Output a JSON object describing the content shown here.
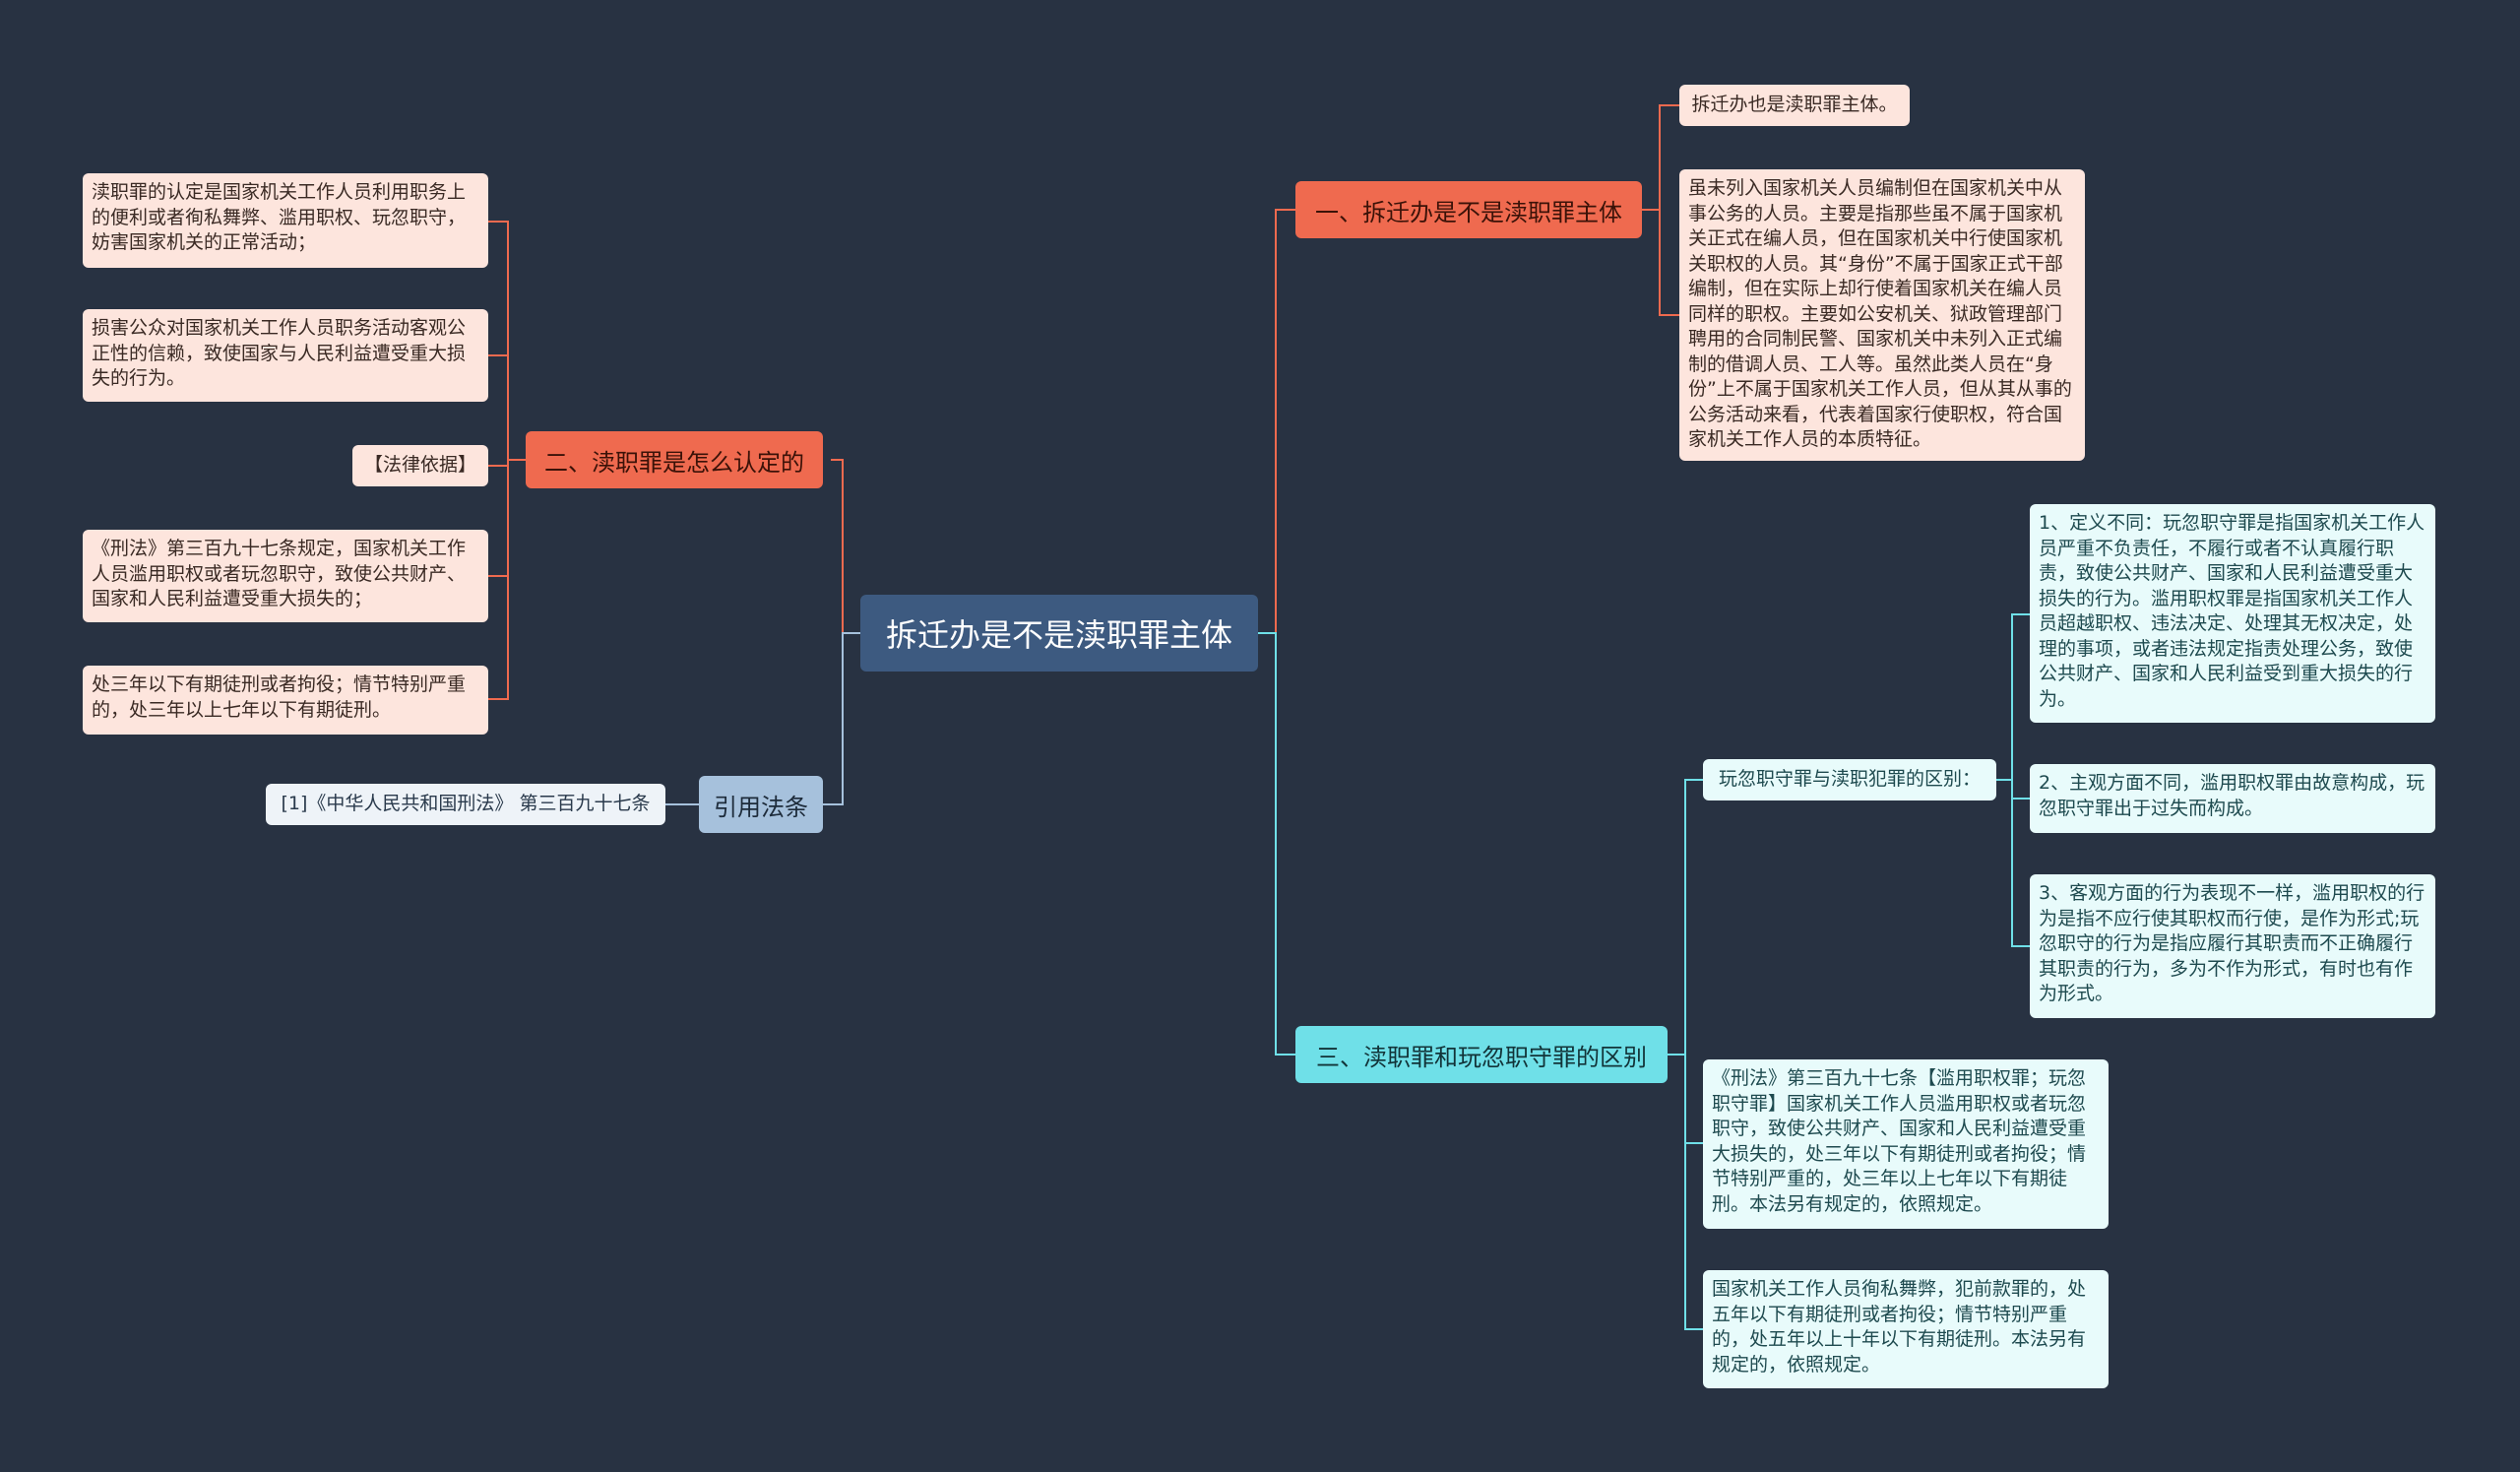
{
  "root": {
    "label": "拆迁办是不是渎职罪主体"
  },
  "branch1": {
    "label": "一、拆迁办是不是渎职罪主体",
    "children": [
      "拆迁办也是渎职罪主体。",
      "虽未列入国家机关人员编制但在国家机关中从事公务的人员。主要是指那些虽不属于国家机关正式在编人员，但在国家机关中行使国家机关职权的人员。其“身份”不属于国家正式干部编制，但在实际上却行使着国家机关在编人员同样的职权。主要如公安机关、狱政管理部门聘用的合同制民警、国家机关中未列入正式编制的借调人员、工人等。虽然此类人员在“身份”上不属于国家机关工作人员，但从其从事的公务活动来看，代表着国家行使职权，符合国家机关工作人员的本质特征。"
    ]
  },
  "branch2": {
    "label": "二、渎职罪是怎么认定的",
    "children": [
      "渎职罪的认定是国家机关工作人员利用职务上的便利或者徇私舞弊、滥用职权、玩忽职守，妨害国家机关的正常活动；",
      "损害公众对国家机关工作人员职务活动客观公正性的信赖，致使国家与人民利益遭受重大损失的行为。",
      "【法律依据】",
      "《刑法》第三百九十七条规定，国家机关工作人员滥用职权或者玩忽职守，致使公共财产、国家和人民利益遭受重大损失的；",
      "处三年以下有期徒刑或者拘役；情节特别严重的，处三年以上七年以下有期徒刑。"
    ]
  },
  "branch3": {
    "label": "三、渎职罪和玩忽职守罪的区别",
    "sub": {
      "label": "玩忽职守罪与渎职犯罪的区别：",
      "children": [
        "1、定义不同：玩忽职守罪是指国家机关工作人员严重不负责任，不履行或者不认真履行职责，致使公共财产、国家和人民利益遭受重大损失的行为。滥用职权罪是指国家机关工作人员超越职权、违法决定、处理其无权决定，处理的事项，或者违法规定指责处理公务，致使公共财产、国家和人民利益受到重大损失的行为。",
        "2、主观方面不同，滥用职权罪由故意构成，玩忽职守罪出于过失而构成。",
        "3、客观方面的行为表现不一样，滥用职权的行为是指不应行使其职权而行使，是作为形式;玩忽职守的行为是指应履行其职责而不正确履行其职责的行为，多为不作为形式，有时也有作为形式。"
      ]
    },
    "children": [
      "《刑法》第三百九十七条【滥用职权罪；玩忽职守罪】国家机关工作人员滥用职权或者玩忽职守，致使公共财产、国家和人民利益遭受重大损失的，处三年以下有期徒刑或者拘役；情节特别严重的，处三年以上七年以下有期徒刑。本法另有规定的，依照规定。",
      "国家机关工作人员徇私舞弊，犯前款罪的，处五年以下有期徒刑或者拘役；情节特别严重的，处五年以上十年以下有期徒刑。本法另有规定的，依照规定。"
    ]
  },
  "branch4": {
    "label": "引用法条",
    "children": [
      "[1]《中华人民共和国刑法》 第三百九十七条"
    ]
  },
  "colors": {
    "background": "#283242",
    "root": "#3d5a80",
    "red_branch": "#ef6a4f",
    "cyan_branch": "#6fe0e8",
    "gray_branch": "#a6c1dc",
    "pink_leaf": "#fde5dd",
    "cyan_leaf": "#e8fbfb",
    "red_line": "#ef6a4f",
    "cyan_line": "#6fe0e8",
    "gray_line": "#a6c1dc"
  }
}
